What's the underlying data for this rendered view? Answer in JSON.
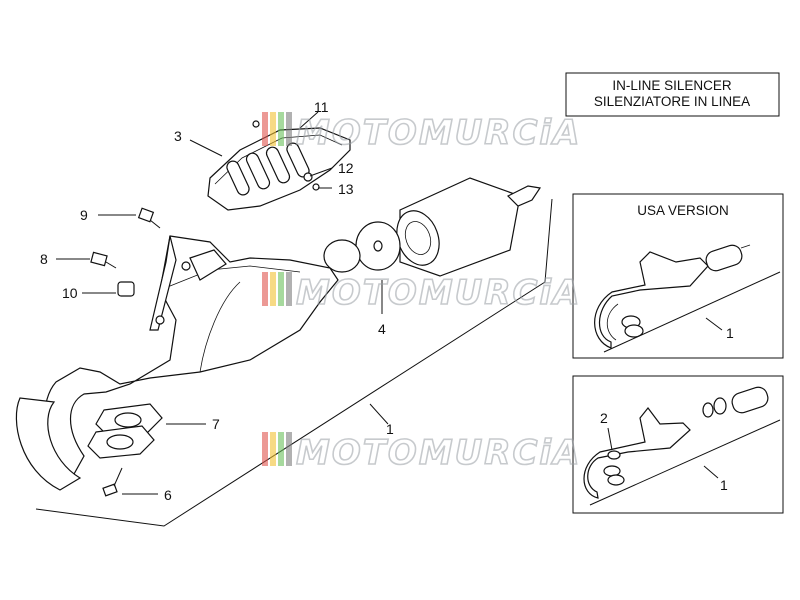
{
  "title_box": {
    "line1": "IN-LINE SILENCER",
    "line2": "SILENZIATORE IN LINEA"
  },
  "usa_box": {
    "title": "USA VERSION",
    "callout": "1"
  },
  "alt_box": {
    "callouts": [
      "2",
      "1"
    ]
  },
  "callouts": {
    "c1": "1",
    "c3": "3",
    "c4": "4",
    "c6": "6",
    "c7": "7",
    "c8": "8",
    "c9": "9",
    "c10": "10",
    "c11": "11",
    "c12": "12",
    "c13": "13"
  },
  "watermark": {
    "text": "MOTOMURCiA",
    "colors": [
      "#e0554f",
      "#f2c233",
      "#6bbf5b",
      "#7d7d7d"
    ]
  }
}
